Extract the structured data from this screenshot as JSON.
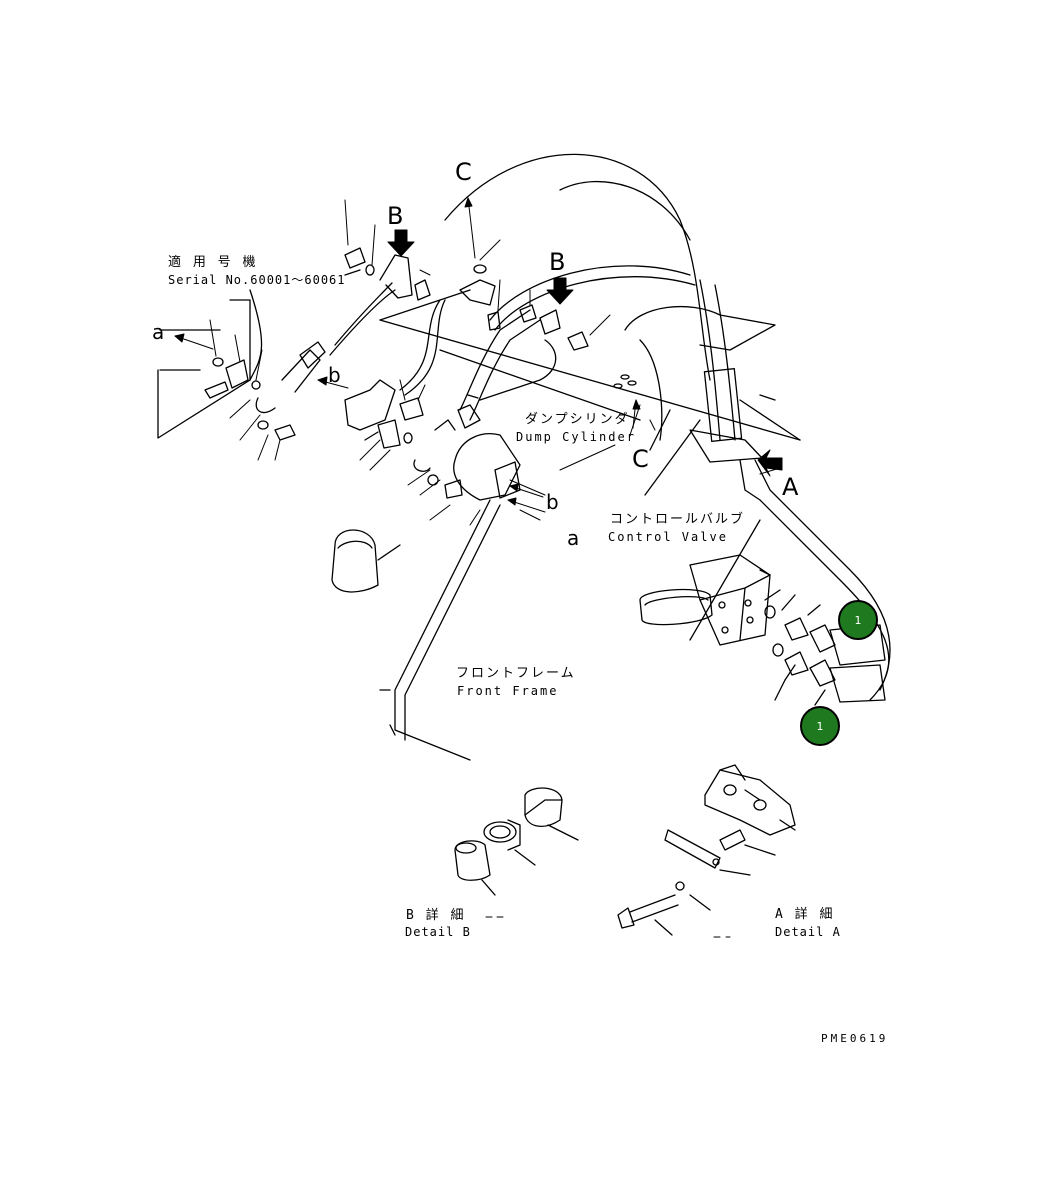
{
  "applicable": {
    "title_jp": "適 用 号 機",
    "serial": "Serial No.60001～60061"
  },
  "callouts": {
    "a_left": "a",
    "a_right": "a",
    "b_left": "b",
    "b_right": "b",
    "B_left": "B",
    "B_right": "B",
    "C_top": "C",
    "C_mid": "C",
    "A": "A"
  },
  "components": {
    "dump_cylinder_jp": "ダンプシリンダ",
    "dump_cylinder_en": "Dump Cylinder",
    "control_valve_jp": "コントロールバルブ",
    "control_valve_en": "Control Valve",
    "front_frame_jp": "フロントフレーム",
    "front_frame_en": "Front Frame"
  },
  "details": {
    "detail_b_jp": "B 詳 細",
    "detail_b_en": "Detail B",
    "detail_a_jp": "A 詳 細",
    "detail_a_en": "Detail A"
  },
  "badges": {
    "upper": "1",
    "lower": "1",
    "color": "#1f7a1f"
  },
  "drawing_code": "PME0619"
}
